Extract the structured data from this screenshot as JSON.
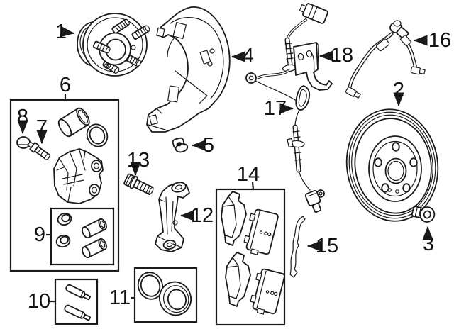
{
  "diagram": {
    "kind": "exploded-parts-illustration",
    "subject_icon": "front-disc-brake-components",
    "colors": {
      "background": "#ffffff",
      "line": "#1a1a1a",
      "label_text": "#111111"
    },
    "callouts": [
      {
        "label": "1",
        "part_icon": "wheel-hub-assembly"
      },
      {
        "label": "2",
        "part_icon": "brake-rotor"
      },
      {
        "label": "3",
        "part_icon": "rotor-retaining-bolt"
      },
      {
        "label": "4",
        "part_icon": "splash-shield"
      },
      {
        "label": "5",
        "part_icon": "shield-bolt"
      },
      {
        "label": "6",
        "part_icon": "caliper-repair-kit-box"
      },
      {
        "label": "7",
        "part_icon": "bleeder-screw"
      },
      {
        "label": "8",
        "part_icon": "bleeder-cap"
      },
      {
        "label": "9",
        "part_icon": "bushing-kit-box"
      },
      {
        "label": "10",
        "part_icon": "guide-pin-kit-box"
      },
      {
        "label": "11",
        "part_icon": "piston-seal-kit-box"
      },
      {
        "label": "12",
        "part_icon": "caliper-mount-bracket"
      },
      {
        "label": "13",
        "part_icon": "bracket-bolt"
      },
      {
        "label": "14",
        "part_icon": "brake-pad-set-box"
      },
      {
        "label": "15",
        "part_icon": "pad-retaining-clip"
      },
      {
        "label": "16",
        "part_icon": "brake-hose"
      },
      {
        "label": "17",
        "part_icon": "abs-wheel-speed-sensor"
      },
      {
        "label": "18",
        "part_icon": "hose-bracket"
      }
    ]
  }
}
